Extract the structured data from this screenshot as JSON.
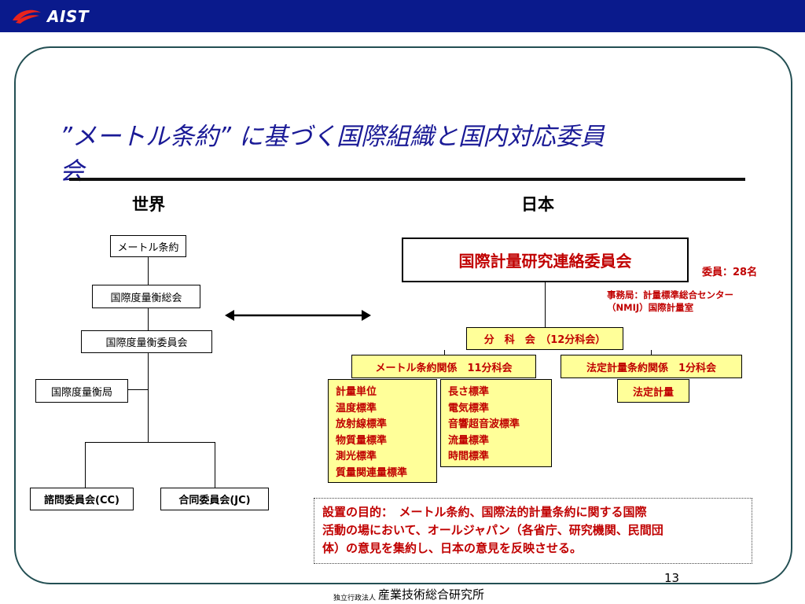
{
  "header": {
    "logo_text": "AIST",
    "bar_color": "#0a1a8c"
  },
  "title": {
    "line1": "”メートル条約” に基づく国際組織と国内対応委員",
    "line2": "会"
  },
  "columns": {
    "world": "世界",
    "japan": "日本"
  },
  "world_tree": {
    "meter_convention": "メートル条約",
    "cgpm": "国際度量衡総会",
    "cipm": "国際度量衡委員会",
    "bipm": "国際度量衡局",
    "cc": "諮問委員会(CC)",
    "jc": "合同委員会(JC)"
  },
  "japan_tree": {
    "committee": "国際計量研究連絡委員会",
    "members": "委員：28名",
    "secretariat_line1": "事務局：計量標準総合センター",
    "secretariat_line2": "（NMIJ）国際計量室",
    "subcommittee": "分　科　会　（12分科会）",
    "meter_group": "メートル条約関係　11分科会",
    "legal_group": "法定計量条約関係　1分科会",
    "legal_item": "法定計量",
    "list_a": [
      "計量単位",
      "温度標準",
      "放射線標準",
      "物質量標準",
      "測光標準",
      "質量関連量標準"
    ],
    "list_b": [
      "長さ標準",
      "電気標準",
      "音響超音波標準",
      "流量標準",
      "時間標準"
    ]
  },
  "purpose_note": {
    "line1": "設置の目的：　メートル条約、国際法的計量条約に関する国際",
    "line2": "活動の場において、オールジャパン（各省庁、研究機関、民間団",
    "line3": "体）の意見を集約し、日本の意見を反映させる。"
  },
  "page_number": "13",
  "footer": {
    "org_small": "独立行政法人",
    "org_name": "産業技術総合研究所"
  },
  "colors": {
    "accent_red": "#c00000",
    "title_blue": "#1a1a96",
    "box_yellow": "#ffff99",
    "frame": "#234f53"
  }
}
